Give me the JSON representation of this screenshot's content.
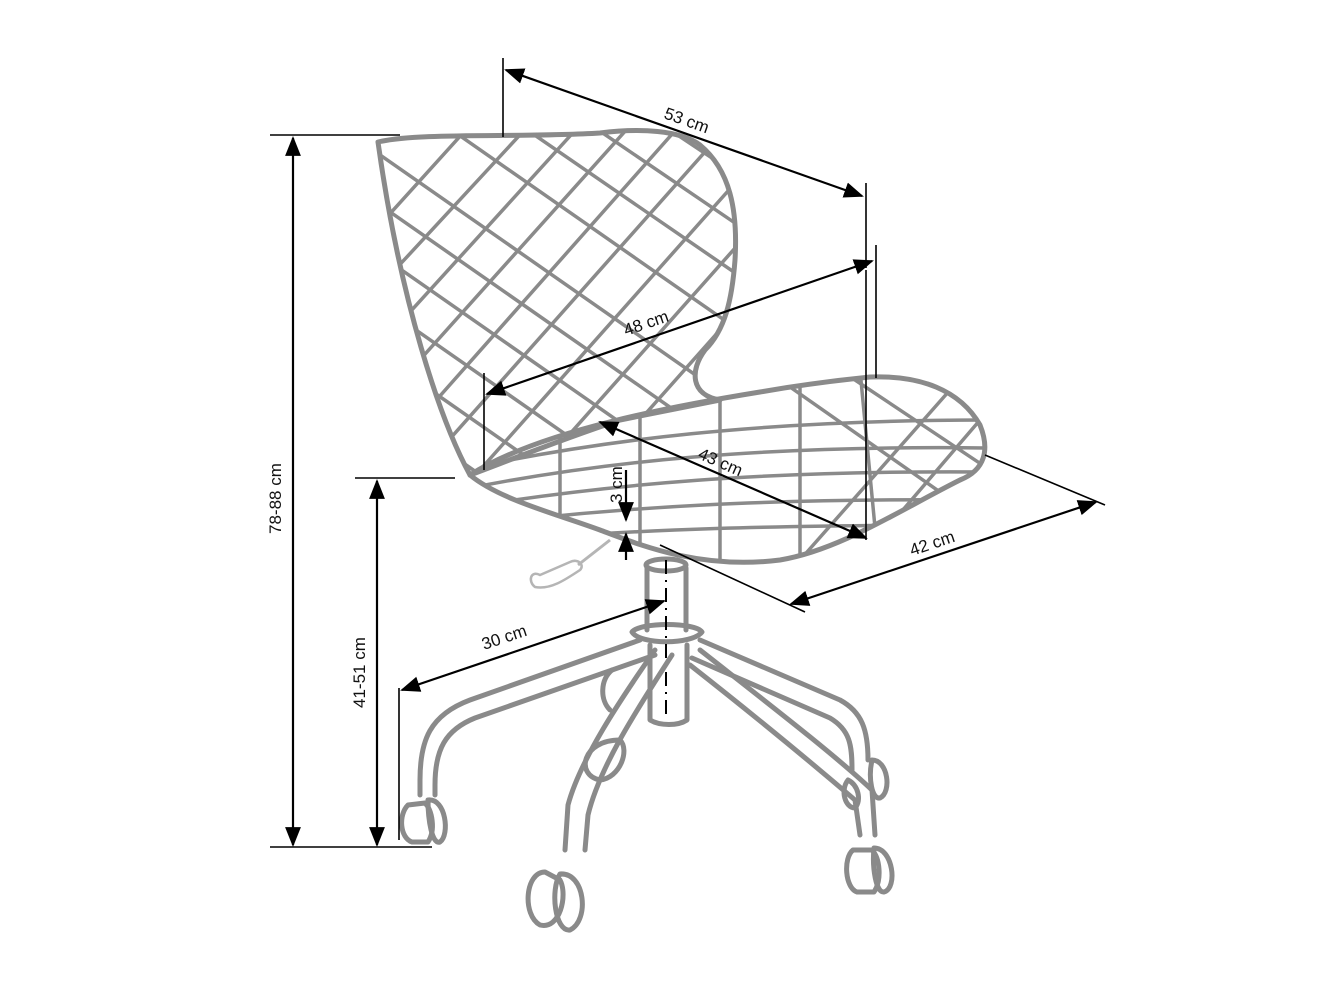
{
  "diagram": {
    "subject": "Office swivel chair with quilted diamond-pattern shell and five-star base on castors",
    "dimensions": {
      "overall_width": "53 cm",
      "backrest_width": "48 cm",
      "seat_depth": "43 cm",
      "seat_width": "42 cm",
      "overall_height": "78-88 cm",
      "seat_height": "41-51 cm",
      "seat_thickness": "3 cm",
      "base_radius": "30 cm"
    },
    "colors": {
      "chair_outline": "#8a8a8a",
      "dimension_lines": "#000000",
      "background": "#ffffff"
    }
  }
}
